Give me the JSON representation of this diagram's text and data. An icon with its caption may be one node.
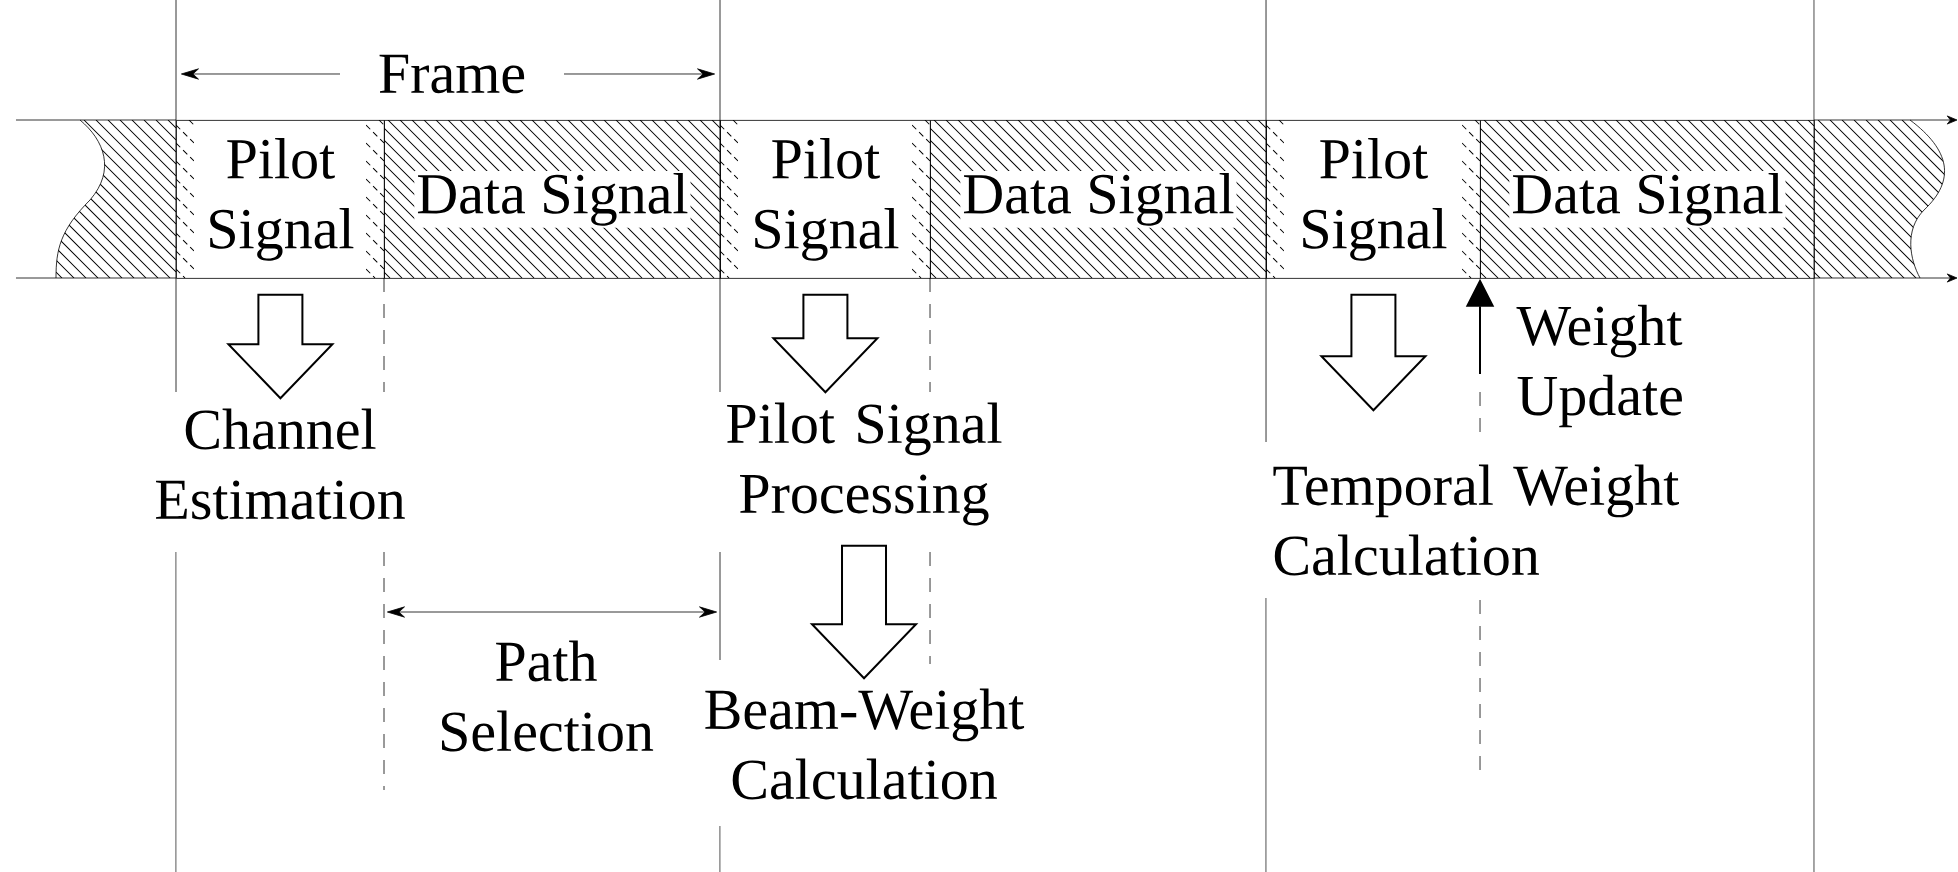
{
  "diagram": {
    "nodes": [
      {
        "text": [],
        "shape": "box"
      },
      {
        "text": [
          "Pilot Signal"
        ]
      },
      {
        "text": [
          "Data Signal"
        ]
      },
      {
        "text": [
          "Pilot Signal"
        ]
      },
      {
        "text": [
          "Data Signal"
        ]
      },
      {
        "text": [
          "Pilot Signal"
        ]
      },
      {
        "text": [
          "Data Signal"
        ]
      },
      {
        "text": [],
        "shape": "box"
      },
      {
        "text": [
          "Channel Estimation"
        ]
      },
      {
        "text": [
          "Pilot Signal Processing"
        ]
      },
      {
        "text": [
          "Beam-Weight Calculation"
        ]
      },
      {
        "text": [
          "Temporal Weight Calculation"
        ]
      }
    ],
    "edges": [
      {
        "from": 1,
        "to": 8,
        "arrow": "to"
      },
      {
        "from": 3,
        "to": 9,
        "arrow": "to"
      },
      {
        "from": 9,
        "to": 10,
        "arrow": "to"
      },
      {
        "from": 5,
        "to": 11,
        "arrow": "to"
      },
      {
        "from": null,
        "to": 6,
        "arrow": "to",
        "label": "Weight Update"
      }
    ],
    "labels": [
      "Frame",
      "Path Selection"
    ]
  }
}
